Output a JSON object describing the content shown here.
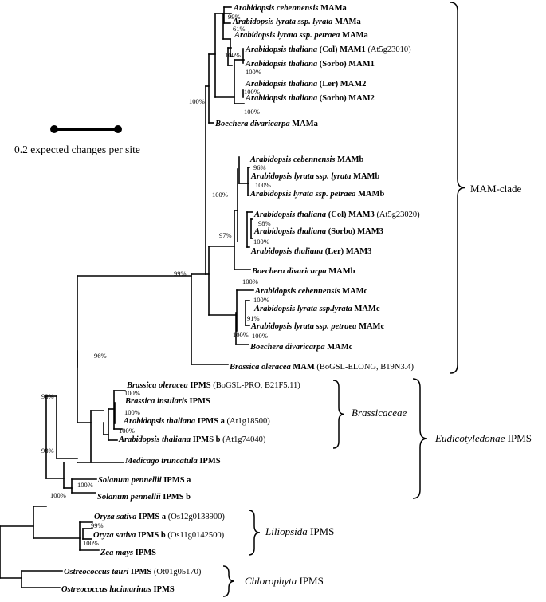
{
  "scale_bar": {
    "label": "0.2 expected changes per site"
  },
  "taxa": [
    {
      "name": "Arabidopsis cebennensis",
      "gene": "MAMa",
      "note": ""
    },
    {
      "name": "Arabidopsis lyrata ssp. lyrata",
      "gene": "MAMa",
      "note": ""
    },
    {
      "name": "Arabidopsis lyrata ssp. petraea",
      "gene": "MAMa",
      "note": ""
    },
    {
      "name": "Arabidopsis thaliana",
      "ecotype": "(Col)",
      "gene": "MAM1",
      "note": "(At5g23010)"
    },
    {
      "name": "Arabidopsis thaliana",
      "ecotype": "(Sorbo)",
      "gene": "MAM1",
      "note": ""
    },
    {
      "name": "Arabidopsis thaliana",
      "ecotype": "(Ler)",
      "gene": "MAM2",
      "note": ""
    },
    {
      "name": "Arabidopsis thaliana",
      "ecotype": "(Sorbo)",
      "gene": "MAM2",
      "note": ""
    },
    {
      "name": "Boechera divaricarpa",
      "gene": "MAMa",
      "note": ""
    },
    {
      "name": "Arabidopsis cebennensis",
      "gene": "MAMb",
      "note": ""
    },
    {
      "name": "Arabidopsis lyrata ssp. lyrata",
      "gene": "MAMb",
      "note": ""
    },
    {
      "name": "Arabidopsis lyrata ssp. petraea",
      "gene": "MAMb",
      "note": ""
    },
    {
      "name": "Arabidopsis thaliana",
      "ecotype": "(Col)",
      "gene": "MAM3",
      "note": "(At5g23020)"
    },
    {
      "name": "Arabidopsis thaliana",
      "ecotype": "(Sorbo)",
      "gene": "MAM3",
      "note": ""
    },
    {
      "name": "Arabidopsis thaliana",
      "ecotype": "(Ler)",
      "gene": "MAM3",
      "note": ""
    },
    {
      "name": "Boechera divaricarpa",
      "gene": "MAMb",
      "note": ""
    },
    {
      "name": "Arabidopsis cebennensis",
      "gene": "MAMc",
      "note": ""
    },
    {
      "name": "Arabidopsis lyrata ssp.lyrata",
      "gene": "MAMc",
      "note": ""
    },
    {
      "name": "Arabidopsis lyrata ssp. petraea",
      "gene": "MAMc",
      "note": ""
    },
    {
      "name": "Boechera divaricarpa",
      "gene": "MAMc",
      "note": ""
    },
    {
      "name": "Brassica oleracea",
      "gene": "MAM",
      "note": "(BoGSL-ELONG, B19N3.4)"
    },
    {
      "name": "Brassica oleracea",
      "gene": "IPMS",
      "note": "(BoGSL-PRO, B21F5.11)"
    },
    {
      "name": "Brassica insularis",
      "gene": "IPMS",
      "note": ""
    },
    {
      "name": "Arabidopsis thaliana",
      "gene": "IPMS a",
      "note": "(At1g18500)"
    },
    {
      "name": "Arabidopsis thaliana",
      "gene": "IPMS b",
      "note": "(At1g74040)"
    },
    {
      "name": "Medicago truncatula",
      "gene": "IPMS",
      "note": ""
    },
    {
      "name": "Solanum pennellii",
      "gene": "IPMS a",
      "note": ""
    },
    {
      "name": "Solanum pennellii",
      "gene": "IPMS b",
      "note": ""
    },
    {
      "name": "Oryza sativa",
      "gene": "IPMS a",
      "note": "(Os12g0138900)"
    },
    {
      "name": "Oryza sativa",
      "gene": "IPMS b",
      "note": "(Os11g0142500)"
    },
    {
      "name": "Zea mays",
      "gene": "IPMS",
      "note": ""
    },
    {
      "name": "Ostreococcus tauri",
      "gene": "IPMS",
      "note": "(Ot01g05170)"
    },
    {
      "name": "Ostreococcus lucimarinus",
      "gene": "IPMS",
      "note": ""
    }
  ],
  "bootstrap": [
    "99%",
    "61%",
    "100%",
    "100%",
    "100%",
    "100%",
    "100%",
    "96%",
    "100%",
    "98%",
    "100%",
    "100%",
    "97%",
    "99%",
    "100%",
    "100%",
    "91%",
    "100%",
    "100%",
    "96%",
    "100%",
    "100%",
    "100%",
    "98%",
    "98%",
    "100%",
    "99%",
    "100%",
    "100%"
  ],
  "groups": [
    {
      "label": "MAM-clade",
      "italic": "",
      "suffix": ""
    },
    {
      "label": "",
      "italic": "Brassicaceae",
      "suffix": ""
    },
    {
      "label": "",
      "italic": "Eudicotyledonae",
      "suffix": " IPMS"
    },
    {
      "label": "",
      "italic": "Liliopsida",
      "suffix": " IPMS"
    },
    {
      "label": "",
      "italic": "Chlorophyta",
      "suffix": " IPMS"
    }
  ]
}
